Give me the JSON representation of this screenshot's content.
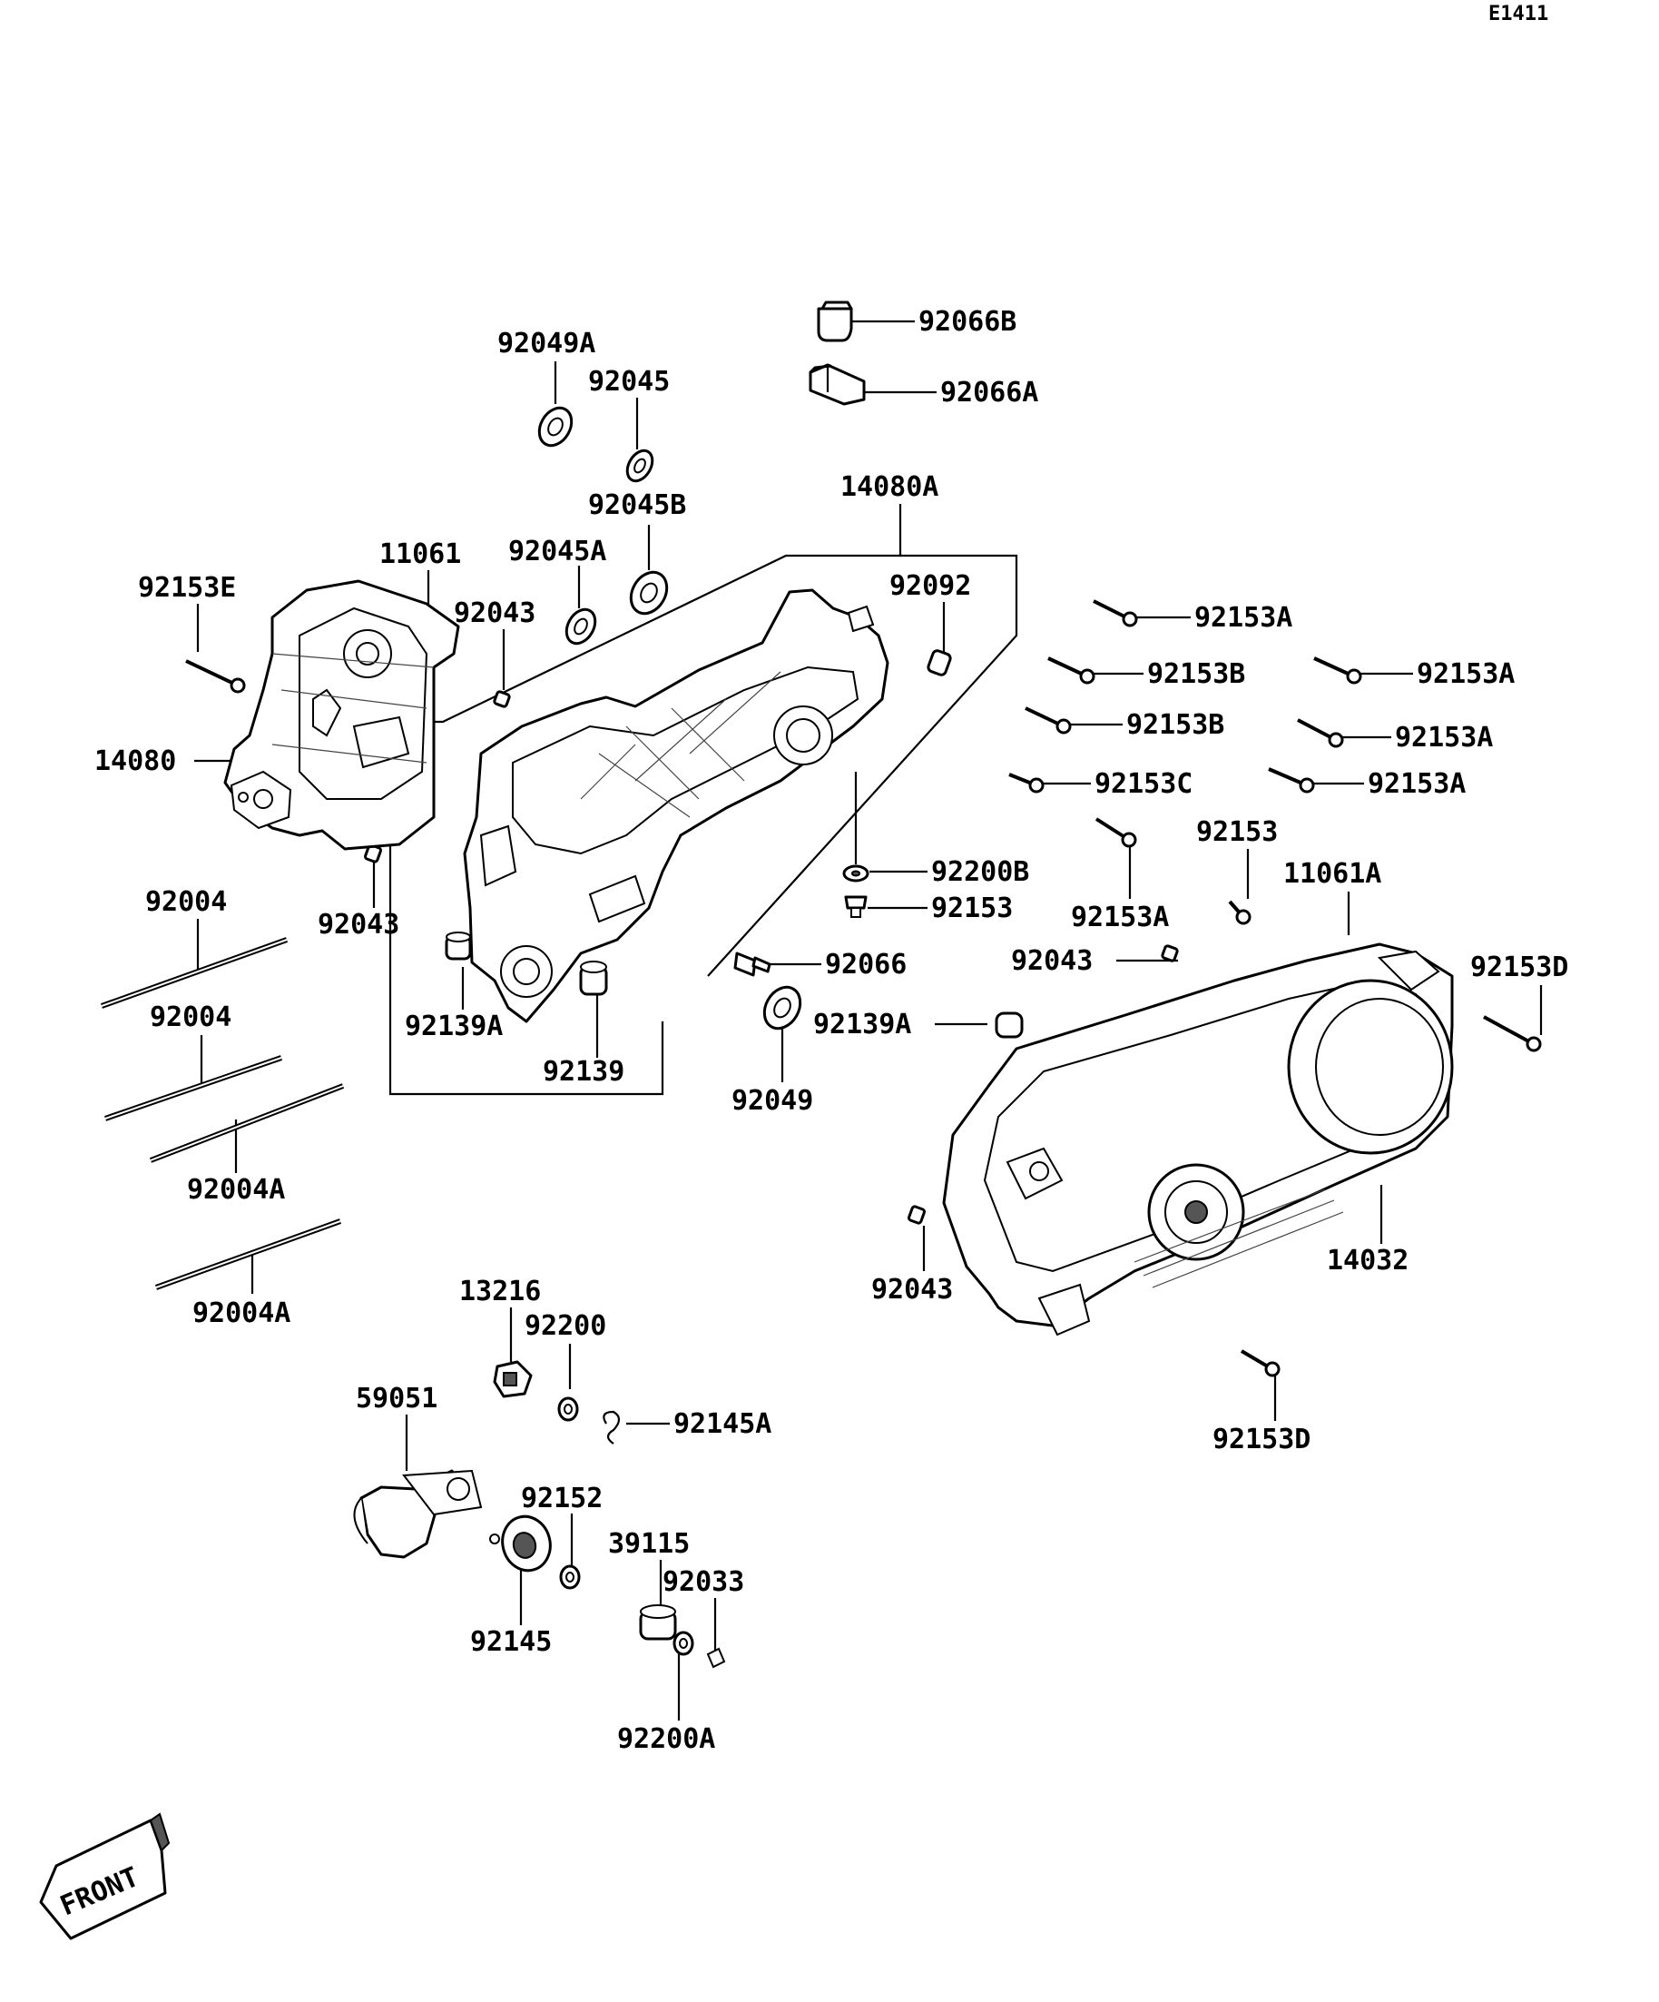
{
  "diagram_code": "E1411",
  "front_marker": "FRONT",
  "labels": [
    {
      "id": "92066B",
      "text": "92066B"
    },
    {
      "id": "92066A",
      "text": "92066A"
    },
    {
      "id": "92049A",
      "text": "92049A"
    },
    {
      "id": "92045",
      "text": "92045"
    },
    {
      "id": "14080A",
      "text": "14080A"
    },
    {
      "id": "92045B",
      "text": "92045B"
    },
    {
      "id": "92045A",
      "text": "92045A"
    },
    {
      "id": "11061",
      "text": "11061"
    },
    {
      "id": "92153E",
      "text": "92153E"
    },
    {
      "id": "92043_top",
      "text": "92043"
    },
    {
      "id": "92092",
      "text": "92092"
    },
    {
      "id": "92153A_1",
      "text": "92153A"
    },
    {
      "id": "92153B_1",
      "text": "92153B"
    },
    {
      "id": "92153A_2",
      "text": "92153A"
    },
    {
      "id": "92153B_2",
      "text": "92153B"
    },
    {
      "id": "92153A_3",
      "text": "92153A"
    },
    {
      "id": "14080",
      "text": "14080"
    },
    {
      "id": "92153C",
      "text": "92153C"
    },
    {
      "id": "92153A_4",
      "text": "92153A"
    },
    {
      "id": "92153_r",
      "text": "92153"
    },
    {
      "id": "11061A",
      "text": "11061A"
    },
    {
      "id": "92200B",
      "text": "92200B"
    },
    {
      "id": "92004_1",
      "text": "92004"
    },
    {
      "id": "92153_c",
      "text": "92153"
    },
    {
      "id": "92153A_5",
      "text": "92153A"
    },
    {
      "id": "92043_left",
      "text": "92043"
    },
    {
      "id": "92066",
      "text": "92066"
    },
    {
      "id": "92043_right",
      "text": "92043"
    },
    {
      "id": "92153D_1",
      "text": "92153D"
    },
    {
      "id": "92139A_1",
      "text": "92139A"
    },
    {
      "id": "92004_2",
      "text": "92004"
    },
    {
      "id": "92139A_2",
      "text": "92139A"
    },
    {
      "id": "92139",
      "text": "92139"
    },
    {
      "id": "92049",
      "text": "92049"
    },
    {
      "id": "92004A_1",
      "text": "92004A"
    },
    {
      "id": "14032",
      "text": "14032"
    },
    {
      "id": "92043_bottom",
      "text": "92043"
    },
    {
      "id": "92004A_2",
      "text": "92004A"
    },
    {
      "id": "13216",
      "text": "13216"
    },
    {
      "id": "92200",
      "text": "92200"
    },
    {
      "id": "59051",
      "text": "59051"
    },
    {
      "id": "92145A",
      "text": "92145A"
    },
    {
      "id": "92153D_2",
      "text": "92153D"
    },
    {
      "id": "92152",
      "text": "92152"
    },
    {
      "id": "39115",
      "text": "39115"
    },
    {
      "id": "92033",
      "text": "92033"
    },
    {
      "id": "92145",
      "text": "92145"
    },
    {
      "id": "92200A",
      "text": "92200A"
    }
  ]
}
